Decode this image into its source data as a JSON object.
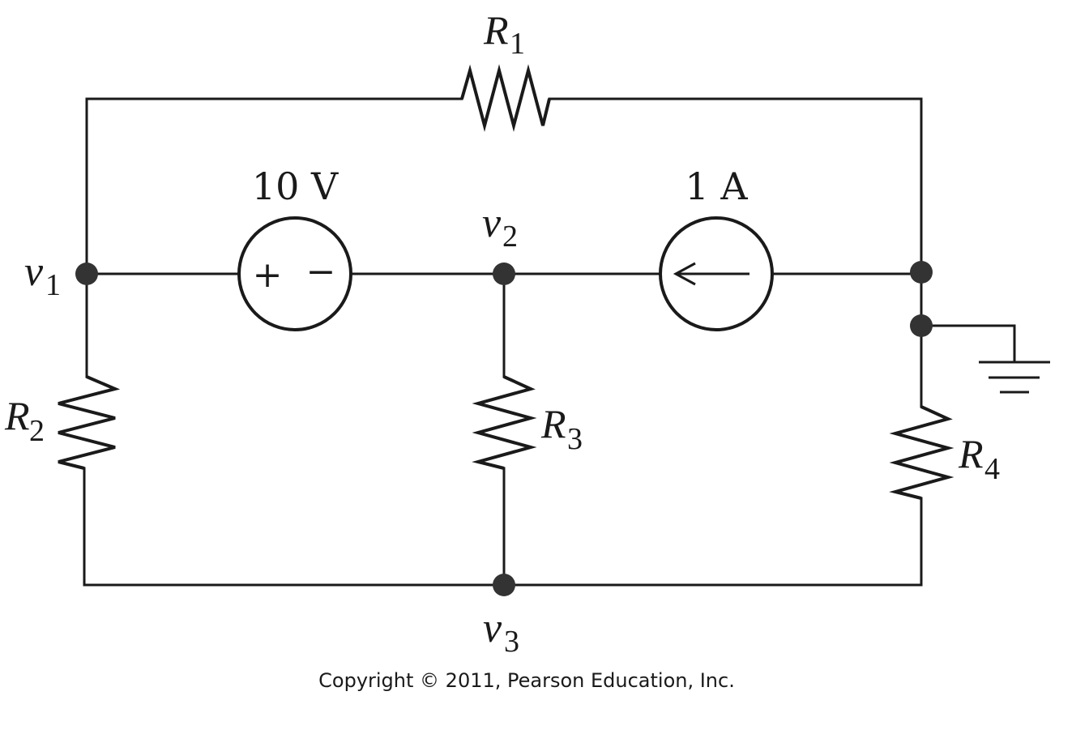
{
  "labels": {
    "r1": {
      "letter": "R",
      "sub": "1"
    },
    "r2": {
      "letter": "R",
      "sub": "2"
    },
    "r3": {
      "letter": "R",
      "sub": "3"
    },
    "r4": {
      "letter": "R",
      "sub": "4"
    },
    "v1": {
      "letter": "v",
      "sub": "1"
    },
    "v2": {
      "letter": "v",
      "sub": "2"
    },
    "v3": {
      "letter": "v",
      "sub": "3"
    },
    "voltage_source": "10 V",
    "current_source": "1 A",
    "plus": "+",
    "minus": "−"
  },
  "footer": {
    "copyright": "Copyright © 2011, Pearson Education, Inc."
  },
  "colors": {
    "ink": "#1a1a1a",
    "background": "#ffffff"
  },
  "icons": {
    "voltage_source": "voltage-source-icon",
    "current_source": "current-source-icon",
    "ground": "ground-icon"
  }
}
